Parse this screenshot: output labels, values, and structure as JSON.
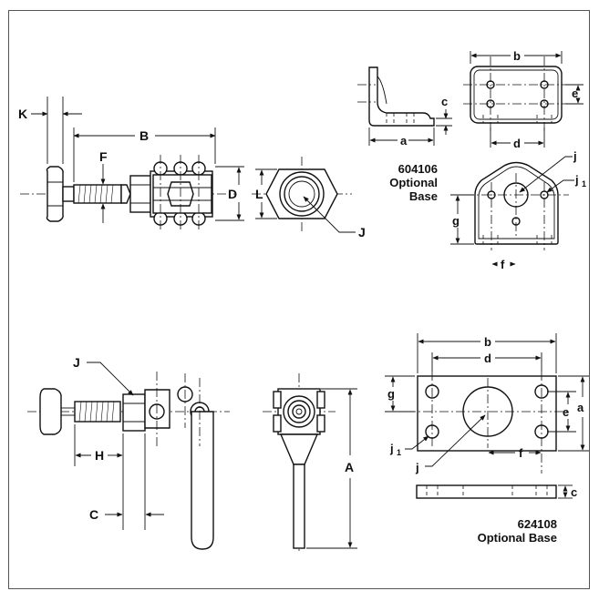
{
  "top_drawing": {
    "dims": {
      "K": "K",
      "B": "B",
      "F": "F",
      "D": "D",
      "L": "L",
      "J": "J"
    }
  },
  "base_604106": {
    "dims": {
      "a": "a",
      "b": "b",
      "c": "c",
      "d": "d",
      "e": "e",
      "j": "j",
      "j1_base": "j",
      "j1_sub": "1",
      "g": "g",
      "f": "f"
    },
    "caption_line1": "604106",
    "caption_line2": "Optional",
    "caption_line3": "Base"
  },
  "bottom_drawing": {
    "dims": {
      "J": "J",
      "H": "H",
      "C": "C",
      "A": "A"
    }
  },
  "base_624108": {
    "dims": {
      "b": "b",
      "d": "d",
      "g": "g",
      "e": "e",
      "a": "a",
      "j1_base": "j",
      "j1_sub": "1",
      "f": "f",
      "j": "j",
      "c": "c"
    },
    "caption_line1": "624108",
    "caption_line2": "Optional Base"
  },
  "colors": {
    "line": "#111111",
    "background": "#ffffff",
    "frame": "#555555"
  }
}
